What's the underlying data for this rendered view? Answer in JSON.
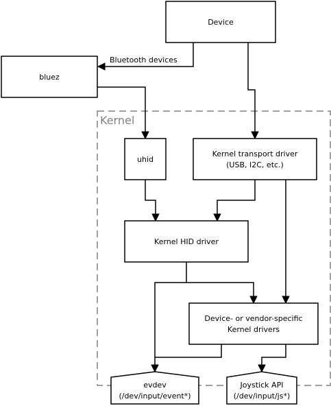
{
  "kernel_label": "Kernel",
  "nodes": {
    "device": "Device",
    "bluez": "bluez",
    "uhid": "uhid",
    "transport": [
      "Kernel transport driver",
      "(USB, I2C, etc.)"
    ],
    "hid": "Kernel HID driver",
    "vendor": [
      "Device- or vendor-specific",
      "Kernel drivers"
    ],
    "evdev": [
      "evdev",
      "(/dev/input/event*)"
    ],
    "joystick": [
      "Joystick API",
      "(/dev/input/js*)"
    ]
  },
  "edges": {
    "bluetooth_label": "Bluetooth devices"
  }
}
